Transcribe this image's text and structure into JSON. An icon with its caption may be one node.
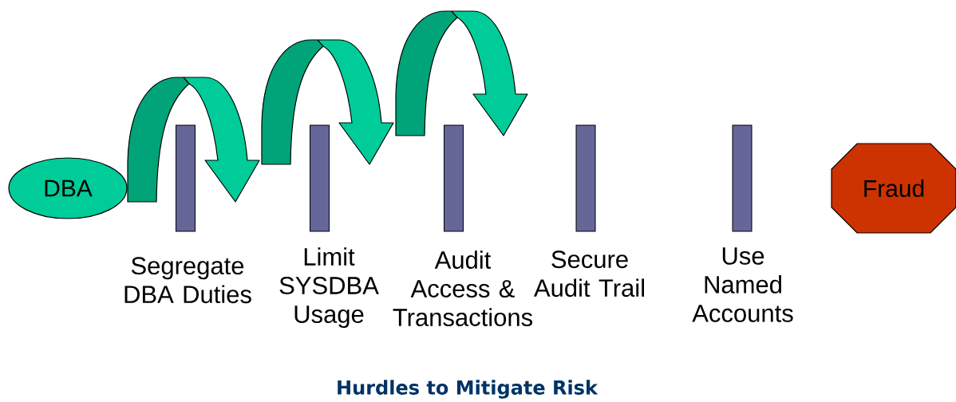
{
  "diagram": {
    "caption": "Hurdles to Mitigate Risk",
    "nodes": [
      {
        "text": [
          "DBA"
        ]
      },
      {
        "text": [],
        "shape": "bar",
        "beside": [
          "Segregate DBA Duties"
        ]
      },
      {
        "text": [],
        "shape": "bar",
        "beside": [
          "Limit SYSDBA Usage"
        ]
      },
      {
        "text": [],
        "shape": "bar",
        "beside": [
          "Audit Access & Transactions"
        ]
      },
      {
        "text": [],
        "shape": "bar",
        "beside": [
          "Secure Audit Trail"
        ]
      },
      {
        "text": [],
        "shape": "bar",
        "beside": [
          "Use Named Accounts"
        ]
      },
      {
        "text": [
          "Fraud"
        ]
      }
    ]
  }
}
